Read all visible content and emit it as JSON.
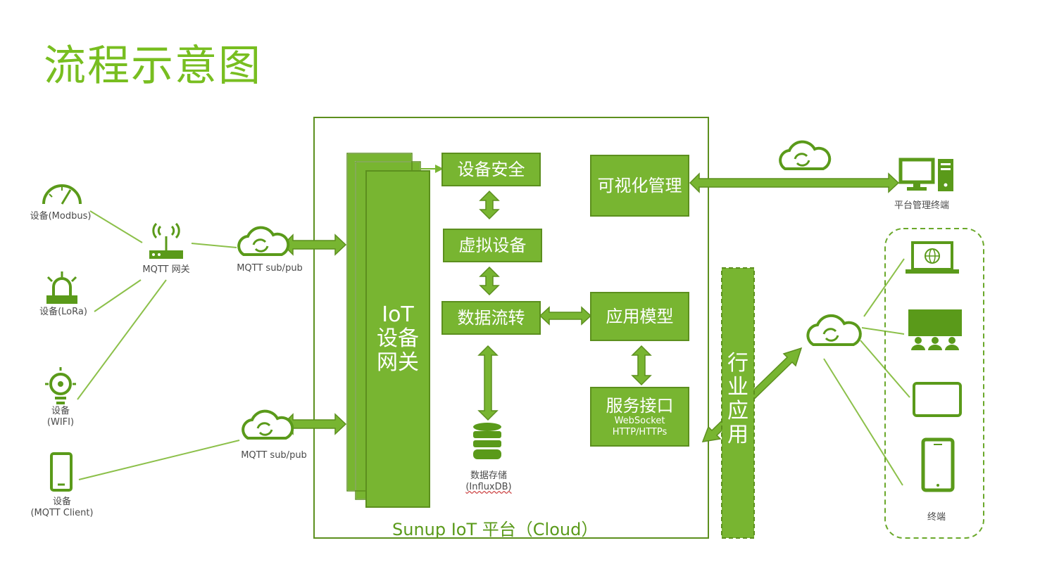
{
  "title": "流程示意图",
  "colors": {
    "accent": "#78b531",
    "border": "#5c8f1e",
    "title": "#78be20"
  },
  "platform": {
    "caption": "Sunup IoT 平台（Cloud）",
    "gateway_label": "IoT\n设备\n网关",
    "modules": {
      "security": "设备安全",
      "virtual": "虚拟设备",
      "flow": "数据流转",
      "visual": "可视化管理",
      "app_model": "应用模型",
      "service": "服务接口",
      "service_sub1": "WebSocket",
      "service_sub2": "HTTP/HTTPs"
    },
    "storage": {
      "label": "数据存储",
      "sublabel": "(InfluxDB)",
      "icon": "database-icon"
    }
  },
  "industry_app": "行业应用",
  "devices": [
    {
      "label": "设备(Modbus)",
      "icon": "gauge-icon"
    },
    {
      "label": "设备(LoRa)",
      "icon": "alarm-light-icon"
    },
    {
      "label": "设备",
      "sublabel": "(WIFI)",
      "icon": "lightbulb-icon"
    },
    {
      "label": "设备",
      "sublabel": "(MQTT Client)",
      "icon": "phone-icon"
    }
  ],
  "gateway": {
    "label": "MQTT 网关",
    "icon": "router-icon"
  },
  "mqtt_top": "MQTT sub/pub",
  "mqtt_bottom": "MQTT sub/pub",
  "admin_terminal": "平台管理终端",
  "terminals": "终端"
}
